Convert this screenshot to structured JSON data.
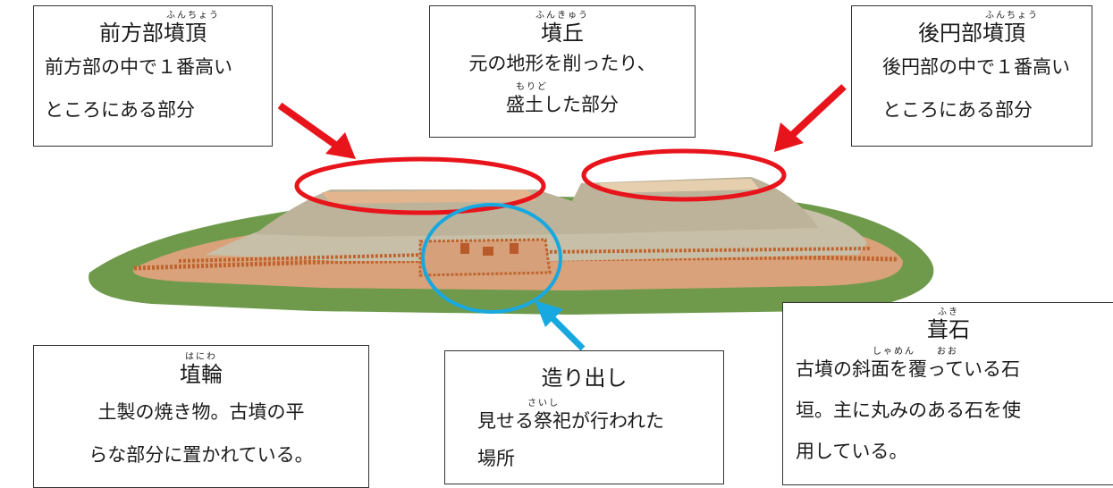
{
  "labels": {
    "zempobu": {
      "title": "前方部墳頂",
      "ruby": "ふんちょう",
      "lines": [
        "前方部の中で１番高い",
        "ところにある部分"
      ]
    },
    "funkyu": {
      "title": "墳丘",
      "ruby": "ふんきゅう",
      "line1": "元の地形を削ったり、",
      "line2": "盛土した部分",
      "ruby2": "もりど"
    },
    "koenbu": {
      "title": "後円部墳頂",
      "ruby": "ふんちょう",
      "lines": [
        "後円部の中で１番高い",
        "ところにある部分"
      ]
    },
    "fukiishi": {
      "title": "葺石",
      "ruby": "ふき",
      "ruby_line1": "しゃめん　　おお",
      "lines": [
        "古墳の斜面を覆っている石",
        "垣。主に丸みのある石を使",
        "用している。"
      ]
    },
    "haniwa": {
      "title": "埴輪",
      "ruby": "はにわ",
      "lines": [
        "土製の焼き物。古墳の平",
        "らな部分に置かれている。"
      ]
    },
    "tsukuridashi": {
      "title": "造り出し",
      "ruby": "さいし",
      "lines": [
        "見せる祭祀が行われた",
        "場所"
      ]
    }
  },
  "colors": {
    "highlight_red": "#e8141c",
    "highlight_blue": "#18a8e0",
    "ground_green": "#6f9a4c",
    "platform": "#d9a27a",
    "stone": "#c8bfa8",
    "haniwa_row": "#c0642e"
  }
}
